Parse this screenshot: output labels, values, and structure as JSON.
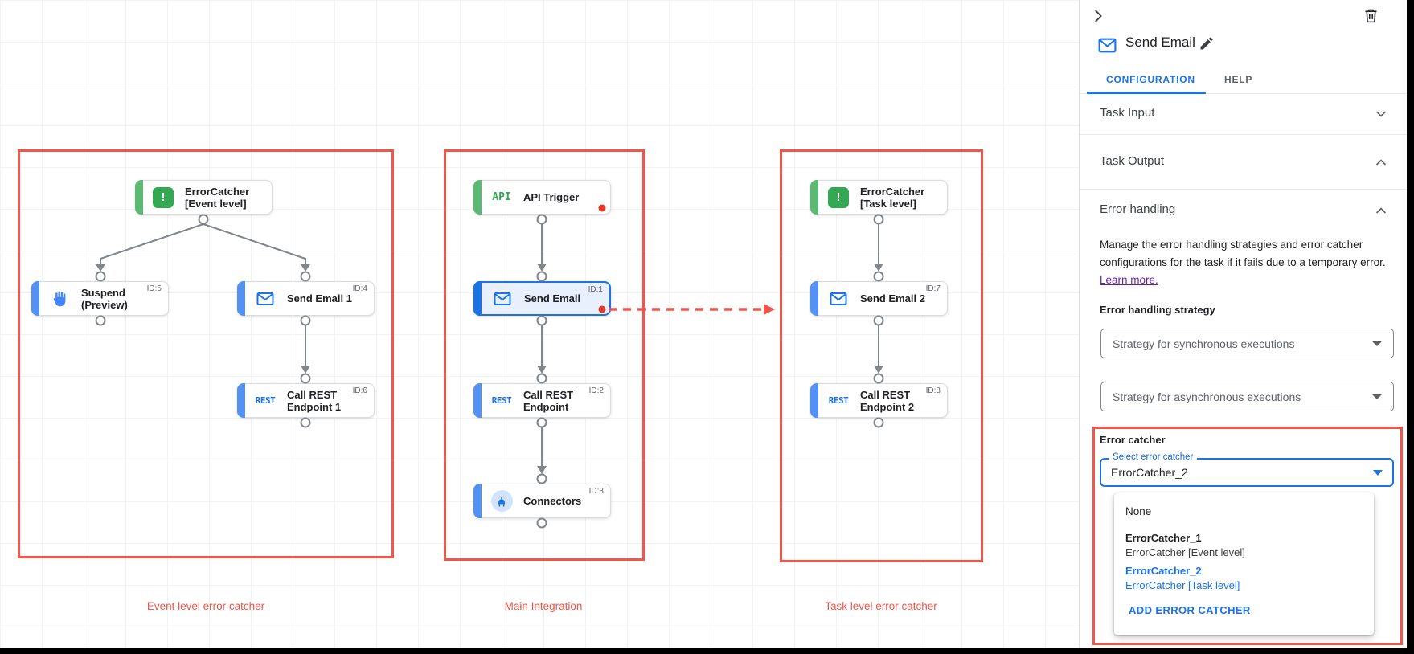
{
  "colors": {
    "red": "#f3554a",
    "blue": "#1a73e8",
    "green": "#34a853",
    "link_purple": "#681da8"
  },
  "canvas": {
    "groups": {
      "event_level": {
        "caption": "Event level error catcher"
      },
      "main": {
        "caption": "Main Integration"
      },
      "task_level": {
        "caption": "Task level error catcher"
      }
    },
    "icons": {
      "api_text": "API",
      "rest_text": "REST",
      "error_mark": "!"
    },
    "nodes": {
      "error_catcher_event": {
        "label": "ErrorCatcher\n[Event level]"
      },
      "suspend": {
        "label": "Suspend\n(Preview)",
        "id": "ID:5"
      },
      "send_email_1": {
        "label": "Send Email 1",
        "id": "ID:4"
      },
      "call_rest_1": {
        "label": "Call REST\nEndpoint 1",
        "id": "ID:6"
      },
      "api_trigger": {
        "label": "API Trigger"
      },
      "send_email": {
        "label": "Send Email",
        "id": "ID:1"
      },
      "call_rest": {
        "label": "Call REST\nEndpoint",
        "id": "ID:2"
      },
      "connectors": {
        "label": "Connectors",
        "id": "ID:3"
      },
      "error_catcher_task": {
        "label": "ErrorCatcher\n[Task level]"
      },
      "send_email_2": {
        "label": "Send Email 2",
        "id": "ID:7"
      },
      "call_rest_2": {
        "label": "Call REST\nEndpoint 2",
        "id": "ID:8"
      }
    }
  },
  "panel": {
    "title": "Send Email",
    "tabs": {
      "configuration": "CONFIGURATION",
      "help": "HELP"
    },
    "sections": {
      "task_input": "Task Input",
      "task_output": "Task Output",
      "error_handling": "Error handling"
    },
    "error_handling": {
      "description": "Manage the error handling strategies and error catcher configurations for the task if it fails due to a temporary error.",
      "learn_more": "Learn more.",
      "strategy_label": "Error handling strategy",
      "sync_dropdown": "Strategy for synchronous executions",
      "async_dropdown": "Strategy for asynchronous executions",
      "error_catcher_label": "Error catcher",
      "select_label": "Select error catcher",
      "select_value": "ErrorCatcher_2",
      "menu": {
        "none": "None",
        "option1_name": "ErrorCatcher_1",
        "option1_desc": "ErrorCatcher [Event level]",
        "option2_name": "ErrorCatcher_2",
        "option2_desc": "ErrorCatcher [Task level]",
        "add_button": "ADD ERROR CATCHER"
      }
    }
  }
}
